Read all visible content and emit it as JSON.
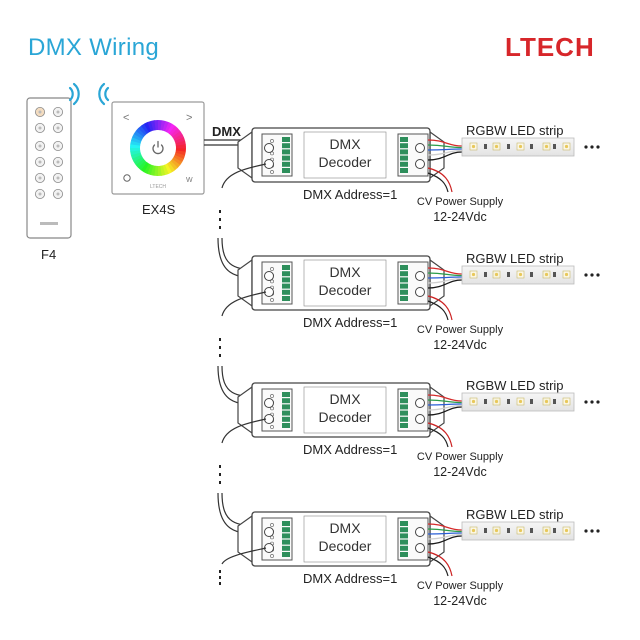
{
  "header": {
    "title": "DMX Wiring",
    "brand": "LTECH"
  },
  "remote": {
    "label": "F4"
  },
  "panel": {
    "label": "EX4S",
    "brand": "LTECH",
    "left_glyph": "<",
    "right_glyph": ">",
    "w_label": "W"
  },
  "bus": {
    "label": "DMX"
  },
  "colors": {
    "title": "#2aa6d6",
    "brand": "#d7262a",
    "wire": "#333333",
    "strip_base": "#eeeeee"
  },
  "decoders": [
    {
      "line1": "DMX",
      "line2": "Decoder",
      "address": "DMX Address=1",
      "strip": "RGBW LED strip",
      "supply": "CV Power Supply",
      "voltage": "12-24Vdc"
    },
    {
      "line1": "DMX",
      "line2": "Decoder",
      "address": "DMX Address=1",
      "strip": "RGBW LED strip",
      "supply": "CV Power Supply",
      "voltage": "12-24Vdc"
    },
    {
      "line1": "DMX",
      "line2": "Decoder",
      "address": "DMX Address=1",
      "strip": "RGBW LED strip",
      "supply": "CV Power Supply",
      "voltage": "12-24Vdc"
    },
    {
      "line1": "DMX",
      "line2": "Decoder",
      "address": "DMX Address=1",
      "strip": "RGBW LED strip",
      "supply": "CV Power Supply",
      "voltage": "12-24Vdc"
    }
  ]
}
